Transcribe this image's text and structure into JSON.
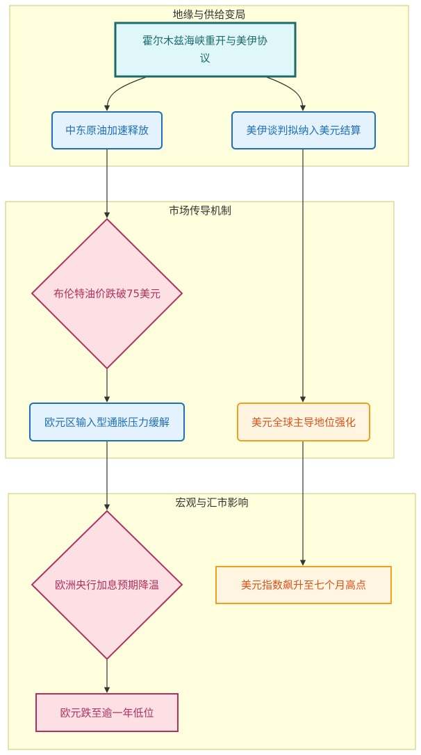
{
  "clusters": {
    "geo": "地缘与供给变局",
    "market": "市场传导机制",
    "macro": "宏观与汇市影响"
  },
  "nodes": {
    "hormuz_line1": "霍尔木兹海峡重开与美伊协",
    "hormuz_line2": "议",
    "mideast_oil": "中东原油加速释放",
    "usd_settlement": "美伊谈判拟纳入美元结算",
    "brent": "布伦特油价跌破75美元",
    "euro_inflation": "欧元区输入型通胀压力缓解",
    "usd_dominance": "美元全球主导地位强化",
    "ecb_hike": "欧洲央行加息预期降温",
    "dxy_high": "美元指数飙升至七个月高点",
    "euro_low": "欧元跌至逾一年低位"
  },
  "colors": {
    "blue_fill": "#e3f2fd",
    "blue_stroke": "#1e6fb8",
    "blue_text": "#1e6fb8",
    "cyan_fill": "#e0f7fa",
    "cyan_stroke": "#1b6b6b",
    "cyan_text": "#1b6b6b",
    "pink_fill": "#fde0e3",
    "pink_stroke": "#b03060",
    "pink_text": "#b03060",
    "orange_fill": "#fff5e0",
    "orange_stroke": "#f0a020",
    "orange_text": "#d9531e"
  }
}
